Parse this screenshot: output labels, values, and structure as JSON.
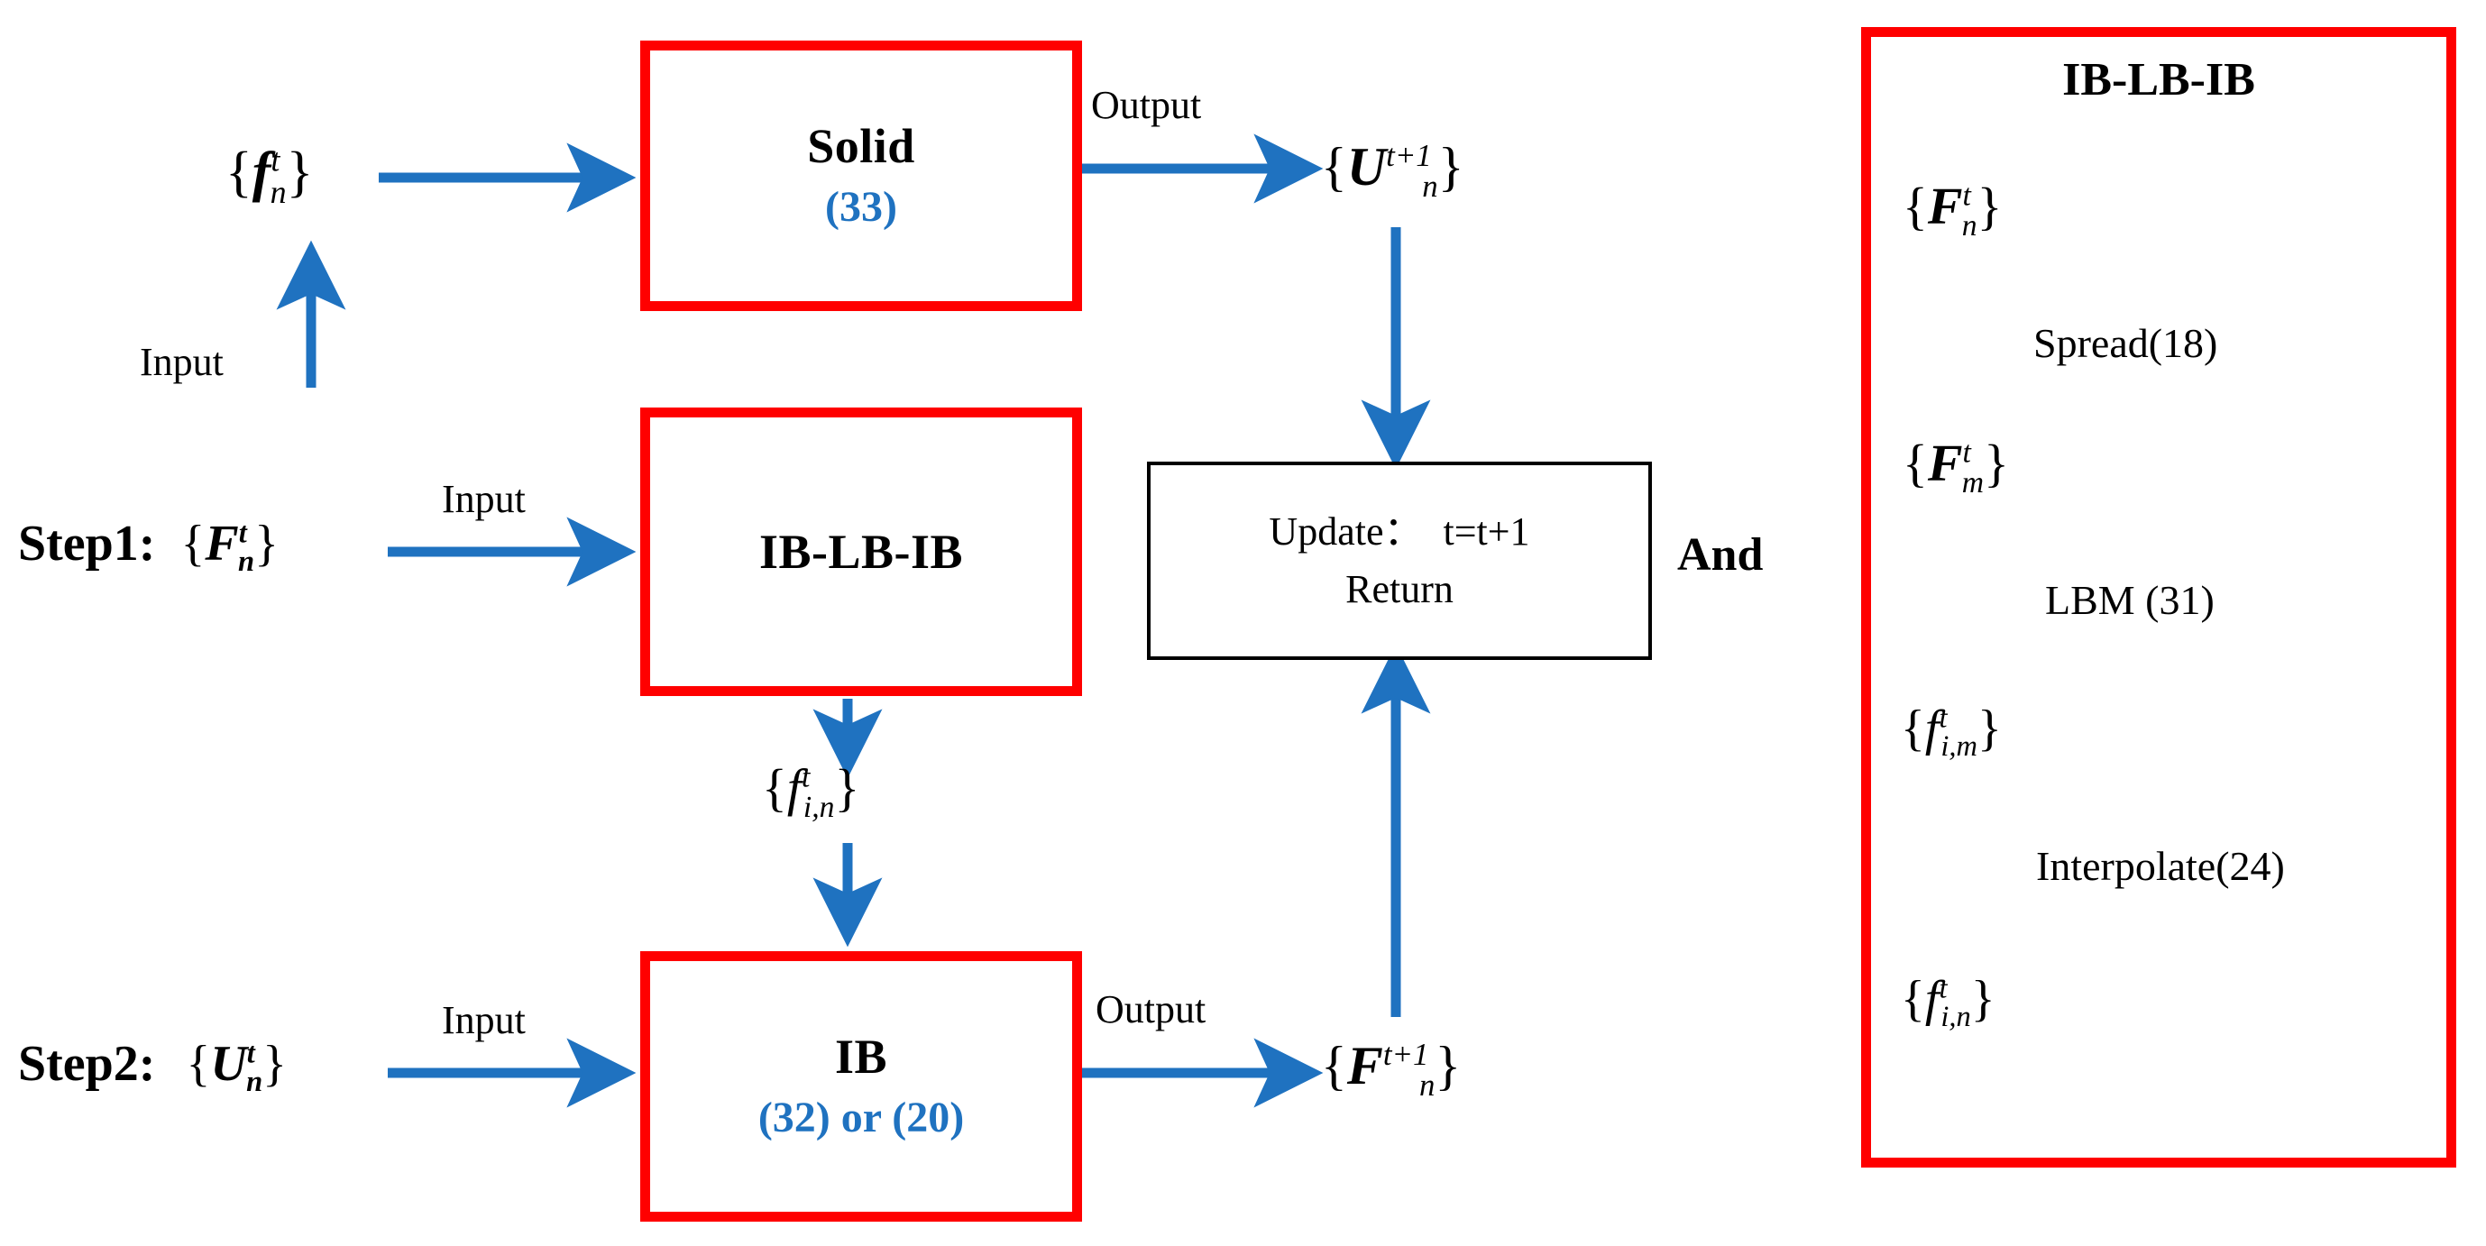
{
  "colors": {
    "box_border": "#ff0000",
    "arrow": "#1f72c0",
    "eq_ref": "#1f72c0",
    "text": "#000000",
    "plain_box_border": "#000000",
    "background": "#ffffff"
  },
  "left_flow": {
    "solid_box": {
      "title": "Solid",
      "eq_ref": "(33)"
    },
    "middle_box": {
      "title": "IB-LB-IB",
      "eq_ref": ""
    },
    "ib_box": {
      "title": "IB",
      "eq_ref": "(32) or (20)"
    },
    "update_box": {
      "line1": "Update：  t=t+1",
      "line2": "Return"
    },
    "labels": {
      "f_n_t": "{f_n^t}",
      "input_vertical": "Input",
      "input_step1": "Input",
      "input_step2": "Input",
      "output_top": "Output",
      "output_bottom": "Output",
      "step1": "Step1:",
      "step1_var": "{F_n^t}",
      "step2": "Step2:",
      "step2_var": "{U_n^t}",
      "u_next": "{U_n^{t+1}}",
      "f_next": "{F_n^{t+1}}",
      "f_in_t": "{f_{i,n}^t}",
      "and": "And"
    }
  },
  "right_panel": {
    "title": "IB-LB-IB",
    "nodes": [
      {
        "label": "{F_n^t}"
      },
      {
        "label": "{F_m^t}"
      },
      {
        "label": "{f_{i,m}^t}"
      },
      {
        "label": "{f_{i,n}^t}"
      }
    ],
    "steps": [
      {
        "label": "Spread(18)"
      },
      {
        "label": "LBM (31)"
      },
      {
        "label": "Interpolate(24)"
      }
    ]
  }
}
